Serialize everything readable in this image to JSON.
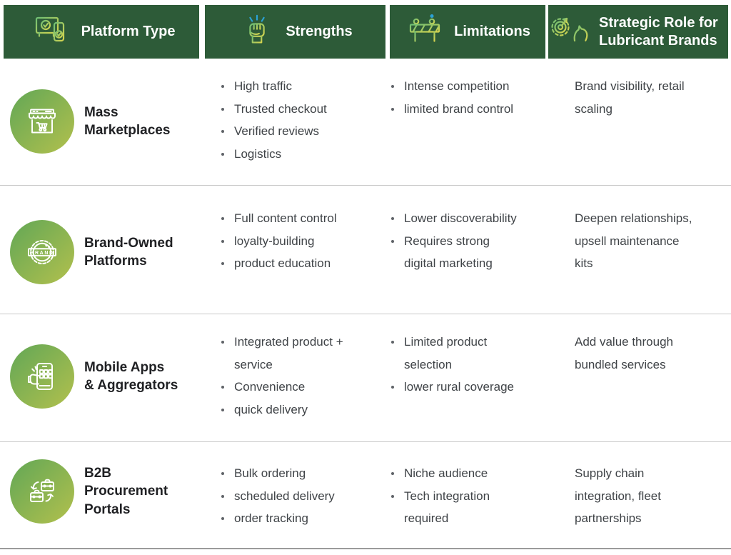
{
  "header": {
    "columns": [
      {
        "label": "Platform Type",
        "icon": "devices-check-icon"
      },
      {
        "label": "Strengths",
        "icon": "fist-icon"
      },
      {
        "label": "Limitations",
        "icon": "barrier-icon"
      },
      {
        "label": "Strategic Role  for Lubricant Brands",
        "icon": "strategy-knight-icon"
      }
    ]
  },
  "rows": [
    {
      "platform_lines": [
        "Mass",
        "Marketplaces"
      ],
      "icon": "storefront-cart-icon",
      "strengths": [
        "High traffic",
        "Trusted checkout",
        "Verified reviews",
        "Logistics"
      ],
      "limitations": [
        "Intense competition",
        "limited brand control"
      ],
      "strategic_role": "Brand visibility, retail scaling"
    },
    {
      "platform_lines": [
        "Brand-Owned",
        "Platforms"
      ],
      "icon": "brand-badge-icon",
      "badge_text": "BRAND",
      "strengths": [
        "Full content control",
        "loyalty-building",
        "product education"
      ],
      "limitations": [
        "Lower discoverability",
        "Requires strong digital marketing"
      ],
      "strategic_role": "Deepen relationships, upsell maintenance kits"
    },
    {
      "platform_lines": [
        "Mobile Apps",
        "& Aggregators"
      ],
      "icon": "mobile-app-hand-icon",
      "strengths": [
        "Integrated product + service",
        "Convenience",
        "quick delivery"
      ],
      "limitations": [
        "Limited product selection",
        "lower rural coverage"
      ],
      "strategic_role": "Add value through bundled services"
    },
    {
      "platform_lines": [
        "B2B",
        "Procurement",
        "Portals"
      ],
      "icon": "b2b-exchange-icon",
      "strengths": [
        "Bulk ordering",
        "scheduled delivery",
        "order tracking"
      ],
      "limitations": [
        "Niche audience",
        "Tech integration required"
      ],
      "strategic_role": "Supply chain integration, fleet partnerships"
    }
  ],
  "colors": {
    "header_bg": "#2d5b38",
    "row_icon_gradient_start": "#62a756",
    "row_icon_gradient_end": "#b2c04d",
    "header_icon_gradient_start": "#6fbe74",
    "header_icon_gradient_end": "#d6d44e",
    "accent_blue": "#2ba3d8",
    "body_text": "#3f4347",
    "title_text": "#202124",
    "divider": "#c9c9c9"
  }
}
